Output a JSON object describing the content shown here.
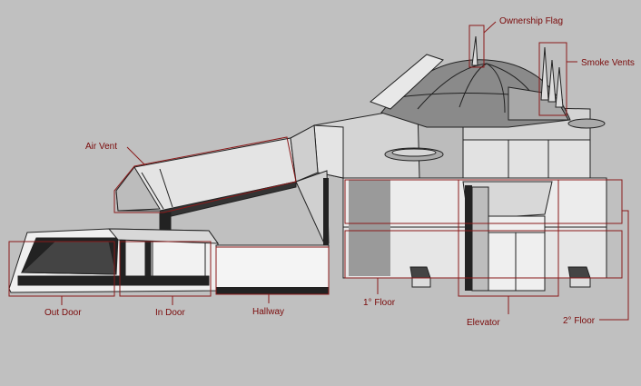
{
  "diagram": {
    "background_color": "#c0c0c0",
    "label_color": "#7a0a0a",
    "labels": {
      "ownership_flag": "Ownership Flag",
      "smoke_vents": "Smoke Vents",
      "air_vent": "Air Vent",
      "out_door": "Out Door",
      "in_door": "In Door",
      "hallway": "Hallway",
      "first_floor": "1° Floor",
      "elevator": "Elevator",
      "second_floor": "2° Floor"
    }
  }
}
